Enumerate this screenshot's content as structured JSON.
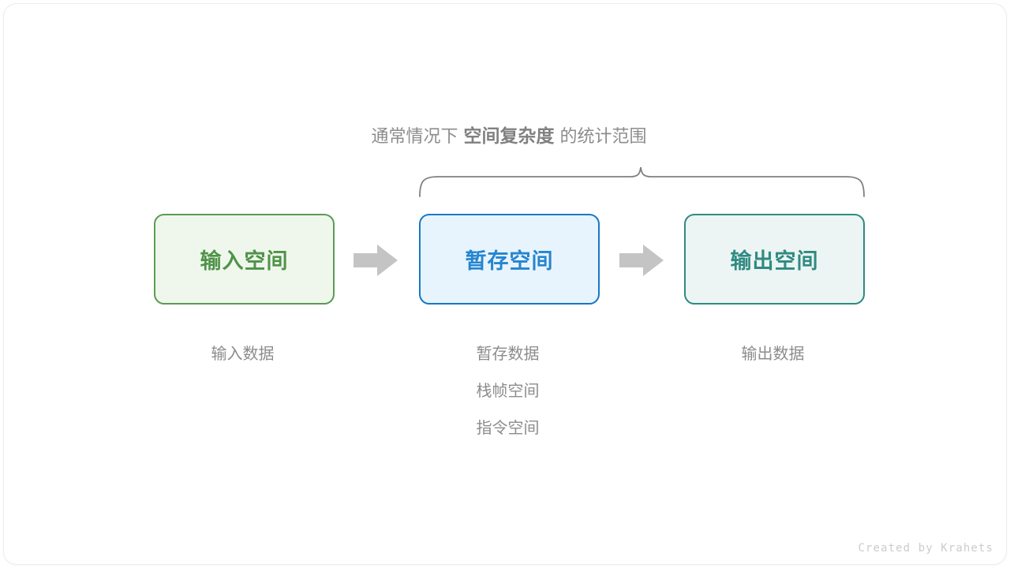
{
  "caption": {
    "prefix": "通常情况下",
    "emphasis": "空间复杂度",
    "suffix": "的统计范围"
  },
  "boxes": [
    {
      "id": "input-space",
      "label": "输入空间",
      "border_color": "#5b9b54",
      "fill_color": "#eff7ec",
      "text_color": "#4f9348",
      "sub_labels": [
        "输入数据"
      ]
    },
    {
      "id": "temp-space",
      "label": "暂存空间",
      "border_color": "#1778c8",
      "fill_color": "#e8f4fd",
      "text_color": "#2585cf",
      "sub_labels": [
        "暂存数据",
        "栈帧空间",
        "指令空间"
      ]
    },
    {
      "id": "output-space",
      "label": "输出空间",
      "border_color": "#2e8b83",
      "fill_color": "#ecf5f3",
      "text_color": "#2f8a82",
      "sub_labels": [
        "输出数据"
      ]
    }
  ],
  "arrows": {
    "color": "#c4c4c4",
    "names": [
      "arrow-input-to-temp",
      "arrow-temp-to-output"
    ]
  },
  "brace": {
    "color": "#808080",
    "covers": [
      "暂存空间",
      "输出空间"
    ]
  },
  "watermark": {
    "text": "Created by Krahets",
    "color": "#cccccc"
  },
  "background": {
    "page_color": "#ffffff",
    "card_color": "#ffffff",
    "card_border": "#ececec"
  }
}
